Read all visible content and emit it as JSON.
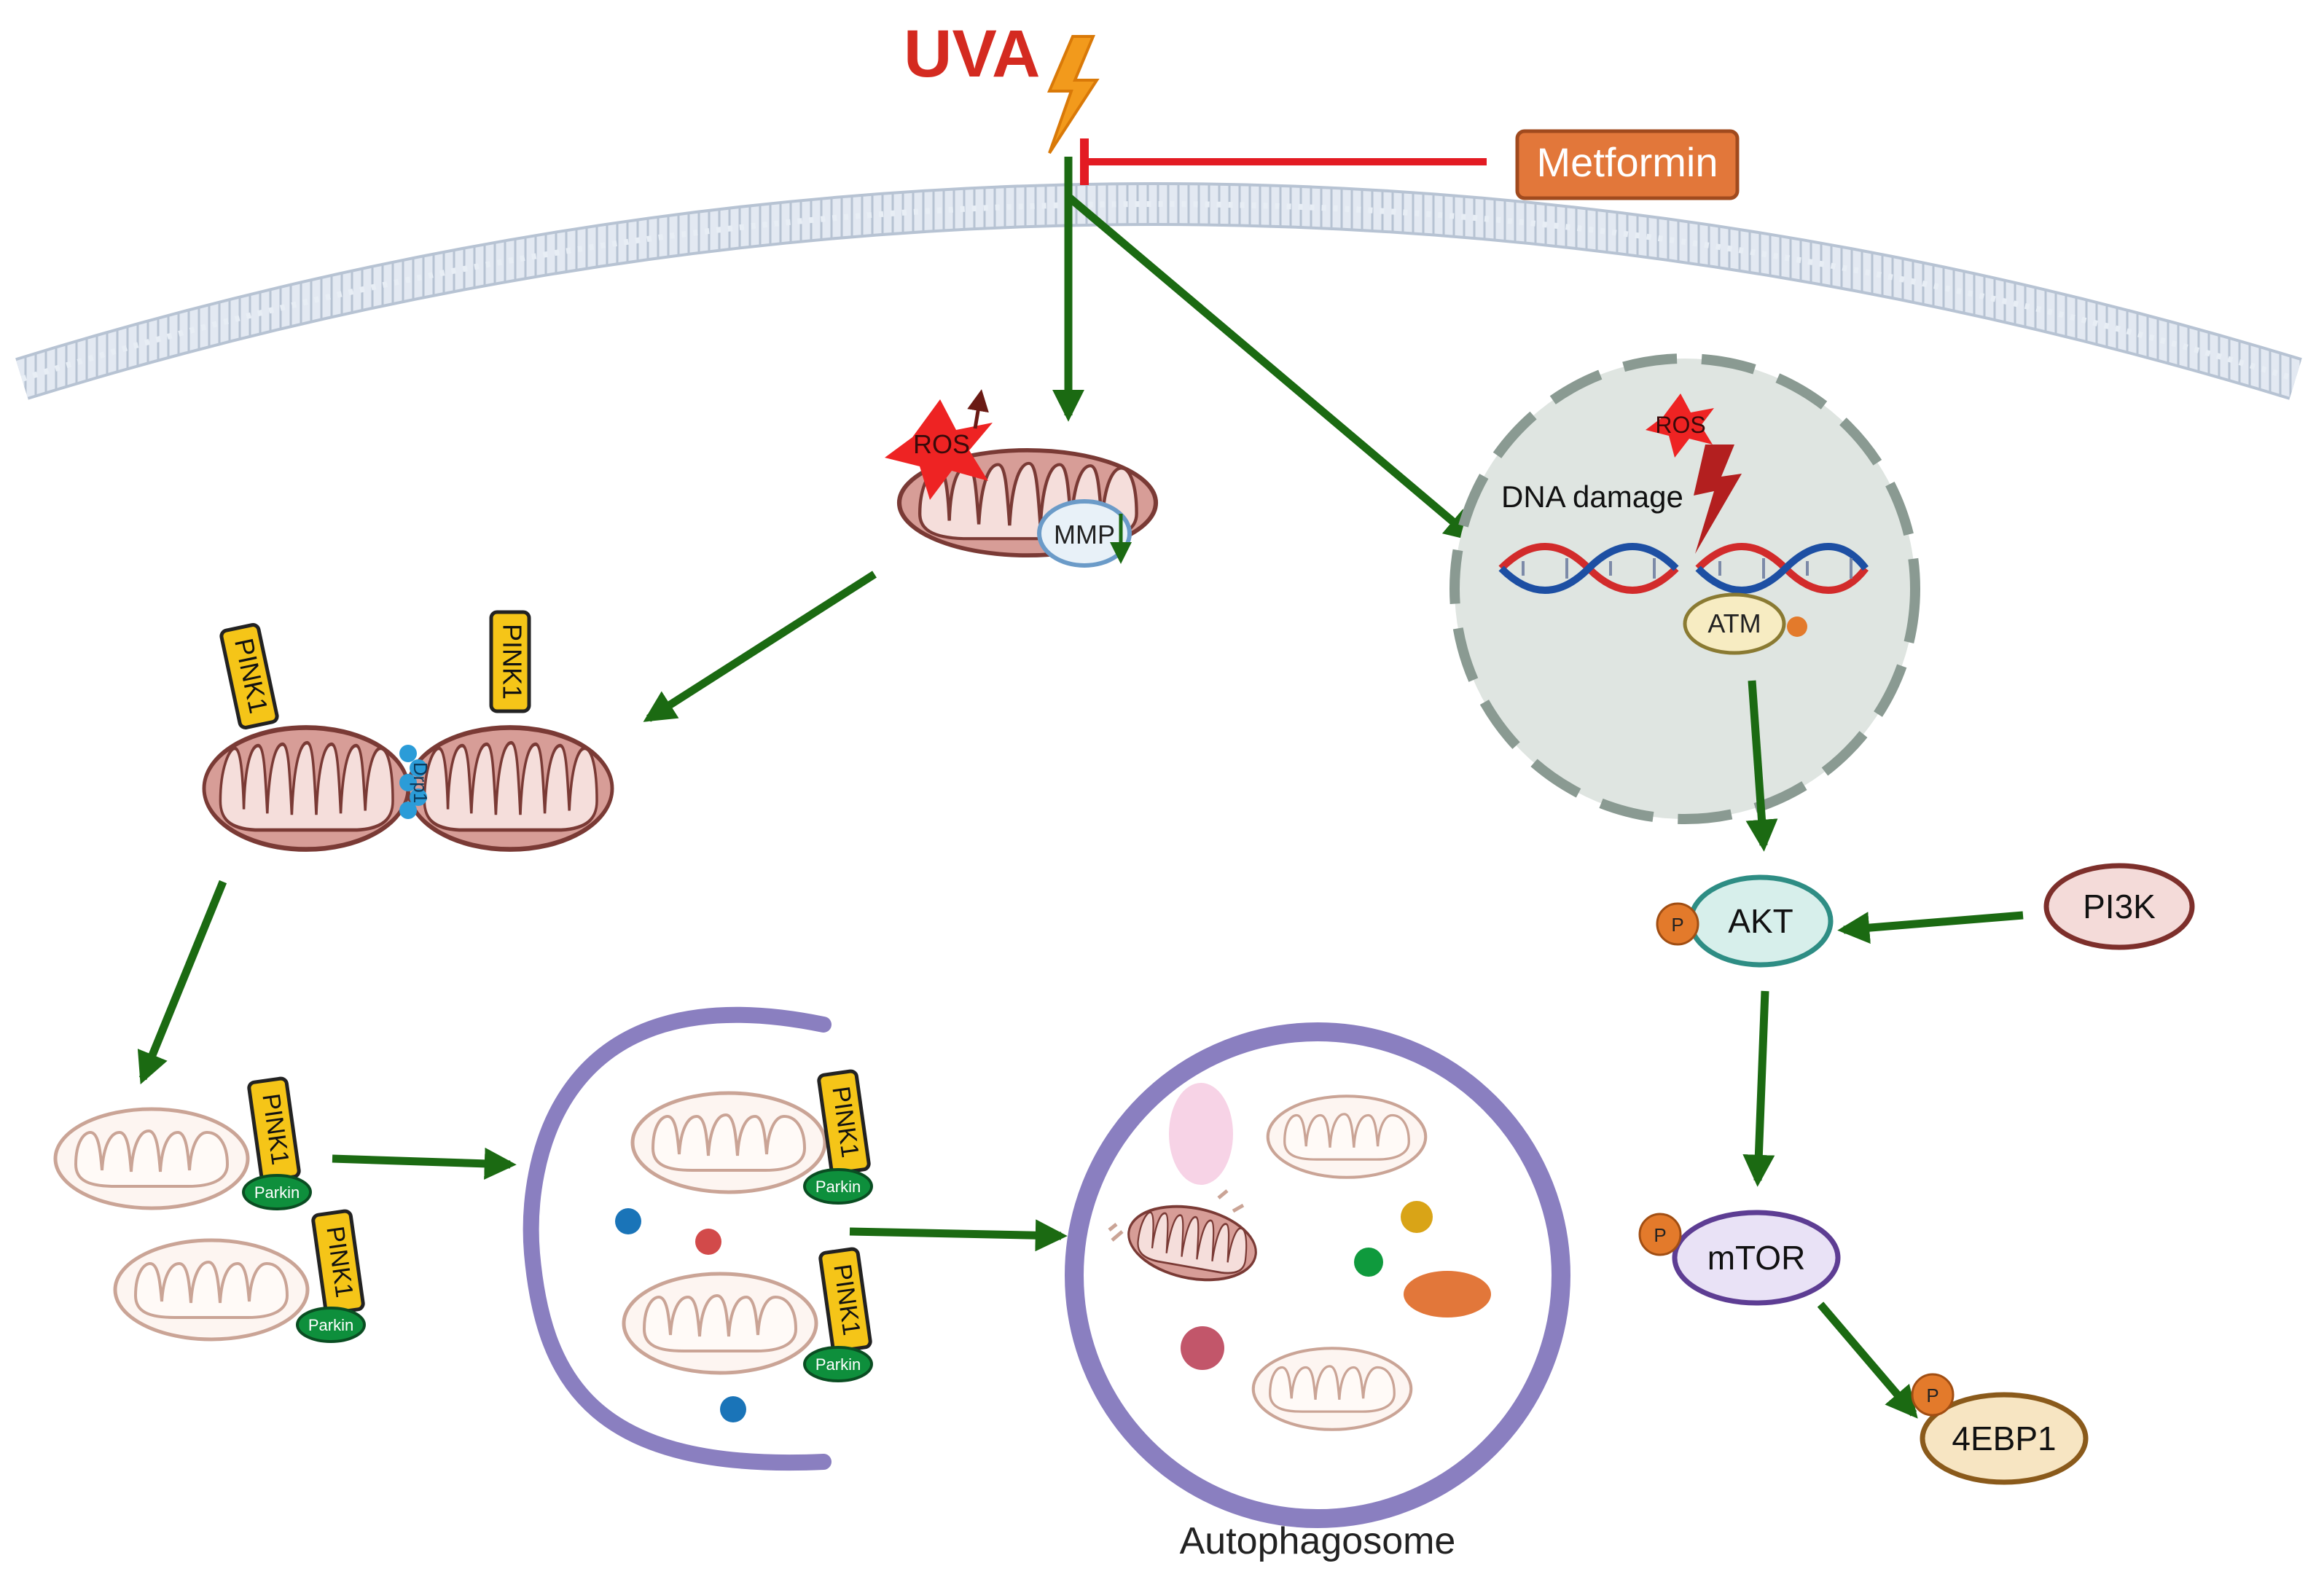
{
  "stimulus": {
    "label": "UVA",
    "color": "#d42a20",
    "icon": "lightning-bolt-icon"
  },
  "inhibitor": {
    "label": "Metformin",
    "fill": "#e2773a",
    "stroke": "#a04a1e"
  },
  "mitochondrion": {
    "ros_label": "ROS",
    "mmp_label": "MMP"
  },
  "fission": {
    "pink1_left": "PINK1",
    "pink1_right": "PINK1",
    "drp1_label": "Drp1"
  },
  "tagged_mito": {
    "pink1": "PINK1",
    "parkin": "Parkin"
  },
  "nucleus": {
    "ros_label": "ROS",
    "dna_damage_label": "DNA damage",
    "atm_label": "ATM"
  },
  "nodes": {
    "akt": {
      "label": "AKT",
      "fill": "#d7efeb",
      "stroke": "#2e8d84"
    },
    "pi3k": {
      "label": "PI3K",
      "fill": "#f4dbd9",
      "stroke": "#7d2f2b"
    },
    "mtor": {
      "label": "mTOR",
      "fill": "#e9e2f6",
      "stroke": "#5d3d93"
    },
    "ebp1": {
      "label": "4EBP1",
      "fill": "#f7e5c2",
      "stroke": "#8a5a1b"
    },
    "phospho_label": "P"
  },
  "autophagosome_label": "Autophagosome",
  "colors": {
    "activation_arrow": "#1b6a12",
    "inhibition_line": "#e31b23",
    "membrane": "#b7c3d3",
    "mito_fill": "#d79d97",
    "mito_stroke": "#7a3a35",
    "pink1_fill": "#f5c518",
    "parkin_fill": "#0e8f3c",
    "phagophore": "#8a7fc0",
    "nucleus_fill": "#dfe5e1"
  }
}
